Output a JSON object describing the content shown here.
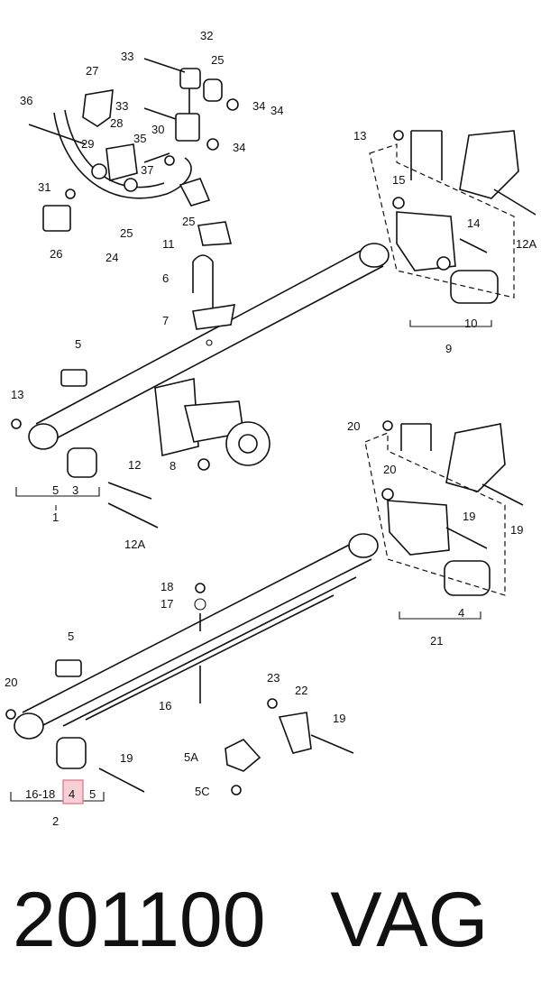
{
  "caption": {
    "code": "201100",
    "brand": "VAG"
  },
  "highlight_color": "#f7cfd6",
  "labels": [
    "32",
    "33",
    "25",
    "34",
    "27",
    "33",
    "34",
    "36",
    "28",
    "35",
    "30",
    "29",
    "37",
    "34",
    "31",
    "25",
    "26",
    "25",
    "24",
    "11",
    "13",
    "15",
    "14",
    "12A",
    "6",
    "7",
    "10",
    "9",
    "5",
    "13",
    "8",
    "12",
    "5",
    "3",
    "1",
    "12A",
    "20",
    "20",
    "19",
    "19",
    "21",
    "4",
    "18",
    "17",
    "5",
    "16",
    "23",
    "22",
    "19",
    "20",
    "19",
    "5A",
    "5C",
    "16-18",
    "4",
    "5",
    "2"
  ]
}
